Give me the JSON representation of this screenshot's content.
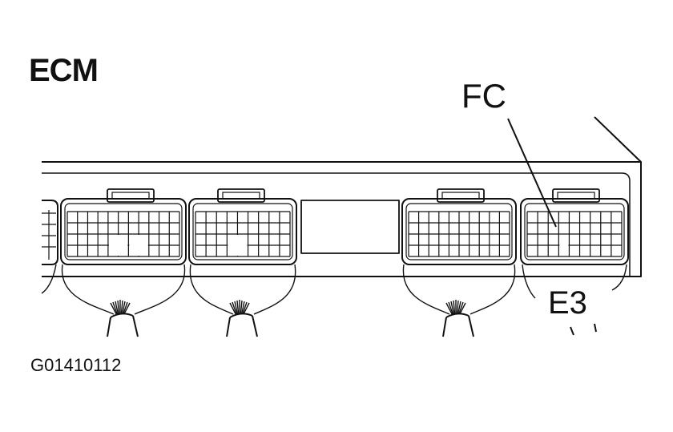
{
  "title": "ECM",
  "labels": {
    "fc": "FC",
    "e3": "E3"
  },
  "figure_id": "G01410112",
  "colors": {
    "ink": "#111111",
    "background": "#ffffff"
  }
}
